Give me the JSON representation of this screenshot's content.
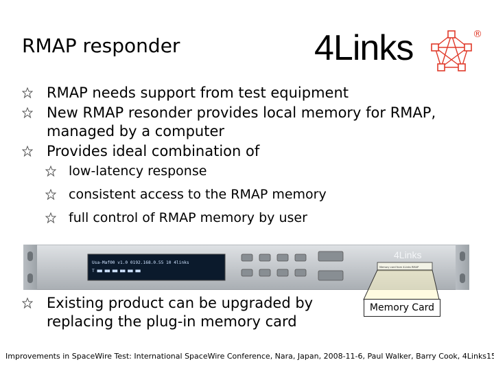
{
  "slide": {
    "title": "RMAP responder",
    "logo_text": "4Links",
    "logo_mark": "®",
    "bullets": [
      "RMAP needs support from test equipment",
      "New RMAP resonder provides local memory for RMAP, managed by a computer",
      "Provides ideal combination of"
    ],
    "sub_bullets": [
      "low-latency response",
      "consistent access to the RMAP memory",
      "full control of RMAP memory by user"
    ],
    "device": {
      "display_line1": "Usa-Maf00 v1.0     0192.168.0.55   10   4links",
      "display_line2": "T ■■    ■■    ■■    ■■    ■■    ■■",
      "panel_logo": "4Links",
      "card_text": "Memory card from 4Links RMAP"
    },
    "memory_card_label": "Memory Card",
    "bottom_bullet": "Existing product can be upgraded by replacing the plug-in memory card",
    "footer_text": "Improvements in SpaceWire Test: International SpaceWire Conference, Nara, Japan, 2008-11-6, Paul Walker, Barry Cook, 4Links",
    "page_number": "15",
    "colors": {
      "logo_red": "#e03a2a",
      "accent": "#1a1a1a"
    }
  }
}
